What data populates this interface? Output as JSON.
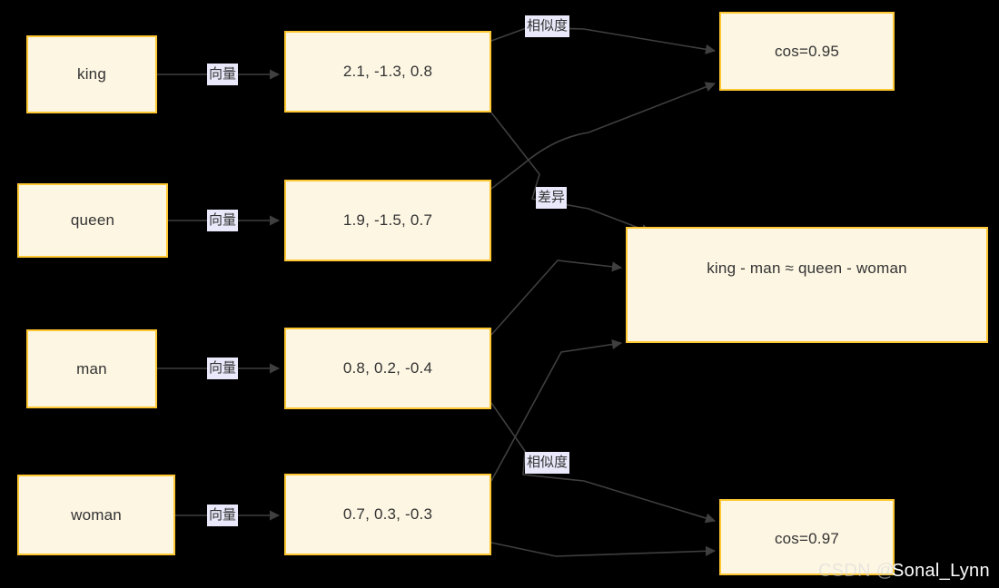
{
  "diagram": {
    "title": "word embedding analogy diagram",
    "background_color": "#000000",
    "node_fill": "#fdf6e3",
    "node_border": "#ffc832",
    "edge_color": "#3f3f3f",
    "label_fill": "#e9e9fb",
    "text_color": "#333333"
  },
  "words": [
    {
      "id": "king",
      "label": "king"
    },
    {
      "id": "queen",
      "label": "queen"
    },
    {
      "id": "man",
      "label": "man"
    },
    {
      "id": "woman",
      "label": "woman"
    }
  ],
  "vectors": [
    {
      "id": "vec_king",
      "label": "2.1, -1.3, 0.8"
    },
    {
      "id": "vec_queen",
      "label": "1.9, -1.5, 0.7"
    },
    {
      "id": "vec_man",
      "label": "0.8, 0.2, -0.4"
    },
    {
      "id": "vec_woman",
      "label": "0.7, 0.3, -0.3"
    }
  ],
  "results": [
    {
      "id": "cos_top",
      "label": "cos=0.95"
    },
    {
      "id": "analogy",
      "label": "king - man ≈ queen - woman"
    },
    {
      "id": "cos_bottom",
      "label": "cos=0.97"
    }
  ],
  "edge_labels": {
    "vector": "向量",
    "similarity": "相似度",
    "difference": "差异"
  },
  "edges": [
    {
      "from": "king",
      "to": "vec_king",
      "label": "向量"
    },
    {
      "from": "queen",
      "to": "vec_queen",
      "label": "向量"
    },
    {
      "from": "man",
      "to": "vec_man",
      "label": "向量"
    },
    {
      "from": "woman",
      "to": "vec_woman",
      "label": "向量"
    },
    {
      "from": "vec_king",
      "to": "cos_top",
      "label": "相似度"
    },
    {
      "from": "vec_queen",
      "to": "cos_top",
      "label": ""
    },
    {
      "from": "vec_king",
      "to": "analogy",
      "label": "差异"
    },
    {
      "from": "vec_man",
      "to": "analogy",
      "label": ""
    },
    {
      "from": "vec_woman",
      "to": "analogy",
      "label": ""
    },
    {
      "from": "vec_man",
      "to": "cos_bottom",
      "label": "相似度"
    },
    {
      "from": "vec_woman",
      "to": "cos_bottom",
      "label": ""
    }
  ],
  "watermark": {
    "faint": "CSDN @",
    "bold": "Sonal_Lynn"
  }
}
